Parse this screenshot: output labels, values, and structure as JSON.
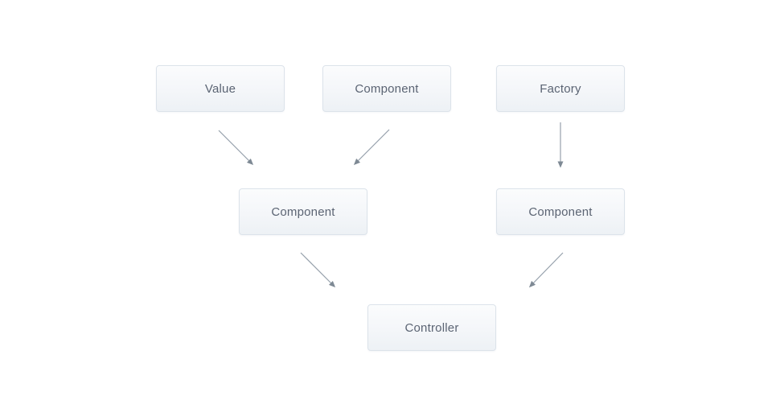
{
  "diagram": {
    "title": "dependency-injection-diagram",
    "background_color": "#ffffff",
    "colors": {
      "node_border": "#dce3ea",
      "node_fill_top": "#fbfcfd",
      "node_fill_bottom": "#edf1f5",
      "node_text": "#5b6473",
      "arrow_line": "#95a0ab",
      "arrow_head": "#7e8994"
    },
    "nodes": {
      "value": {
        "label": "Value"
      },
      "component_top": {
        "label": "Component"
      },
      "factory": {
        "label": "Factory"
      },
      "component_mid_left": {
        "label": "Component"
      },
      "component_mid_right": {
        "label": "Component"
      },
      "controller": {
        "label": "Controller"
      }
    },
    "edges": [
      {
        "from": "value",
        "to": "component_mid_left"
      },
      {
        "from": "component_top",
        "to": "component_mid_left"
      },
      {
        "from": "factory",
        "to": "component_mid_right"
      },
      {
        "from": "component_mid_left",
        "to": "controller"
      },
      {
        "from": "component_mid_right",
        "to": "controller"
      }
    ]
  }
}
